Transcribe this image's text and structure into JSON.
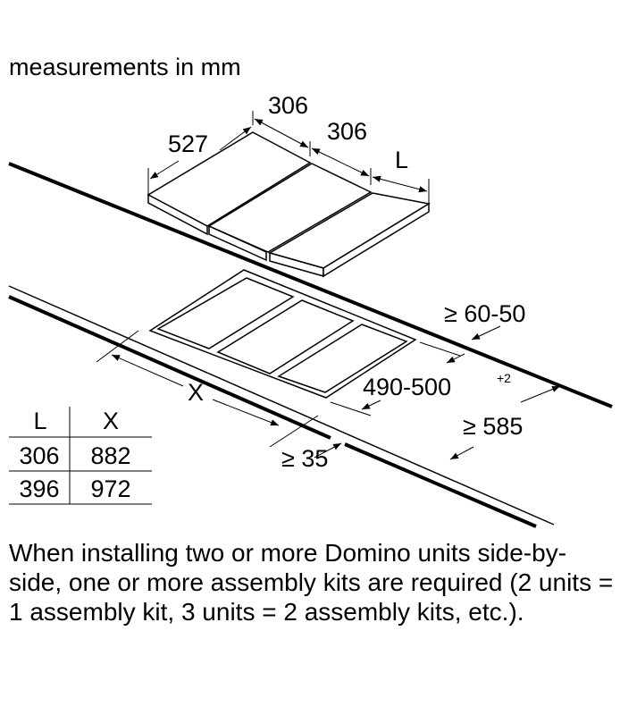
{
  "title": "measurements in mm",
  "dimensions": {
    "hob_width_1": "306",
    "hob_width_2": "306",
    "hob_depth": "527",
    "hob_width_last": "L",
    "rear_distance": "≥ 60-50",
    "cutout_depth": "490-500",
    "cutout_depth_tolerance": "+2",
    "cutout_width": "X",
    "worktop_depth": "≥ 585",
    "front_distance": "≥ 35"
  },
  "table": {
    "headers": [
      "L",
      "X"
    ],
    "rows": [
      [
        "306",
        "882"
      ],
      [
        "396",
        "972"
      ]
    ]
  },
  "note": "When installing two or more Domino units side-by-side, one or more assembly kits are required (2 units = 1 assembly kit, 3 units = 2 assembly kits, etc.)."
}
